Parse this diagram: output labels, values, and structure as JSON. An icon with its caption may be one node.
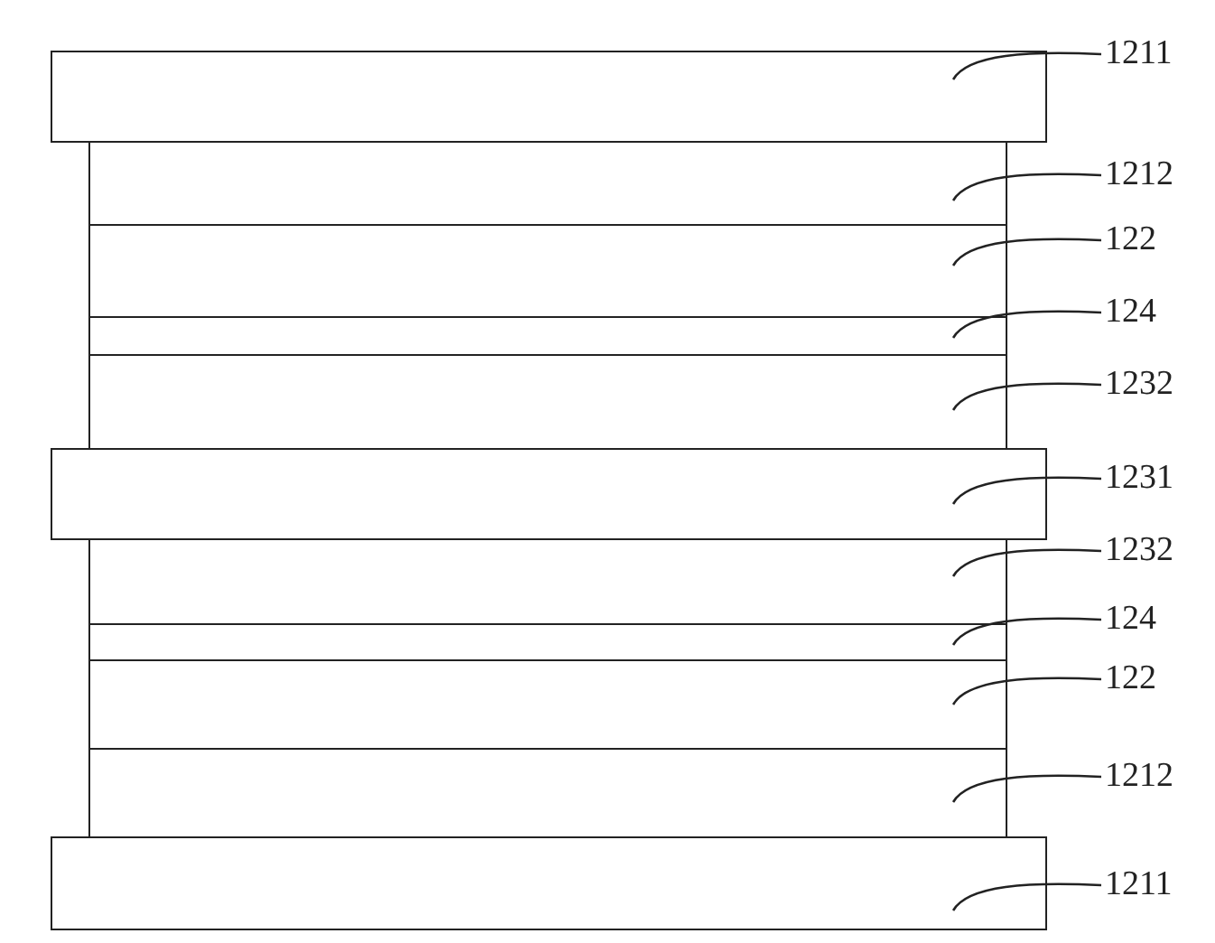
{
  "diagram": {
    "nodes": [
      {
        "text": [],
        "shape": "box"
      },
      {
        "text": [],
        "shape": "box"
      },
      {
        "text": [],
        "shape": "box"
      },
      {
        "text": [],
        "shape": "box"
      },
      {
        "text": [],
        "shape": "box"
      },
      {
        "text": [],
        "shape": "box"
      },
      {
        "text": [],
        "shape": "box"
      },
      {
        "text": [],
        "shape": "box"
      },
      {
        "text": [],
        "shape": "box"
      },
      {
        "text": [],
        "shape": "box"
      },
      {
        "text": [],
        "shape": "box"
      },
      {
        "text": [
          "1211"
        ]
      },
      {
        "text": [
          "1212"
        ]
      },
      {
        "text": [
          "122"
        ]
      },
      {
        "text": [
          "124"
        ]
      },
      {
        "text": [
          "1232"
        ]
      },
      {
        "text": [
          "1231"
        ]
      },
      {
        "text": [
          "1232"
        ]
      },
      {
        "text": [
          "124"
        ]
      },
      {
        "text": [
          "122"
        ]
      },
      {
        "text": [
          "1212"
        ]
      },
      {
        "text": [
          "1211"
        ]
      }
    ],
    "edges": [
      {
        "from": 11,
        "to": 0,
        "arrow": "none"
      },
      {
        "from": 12,
        "to": 1,
        "arrow": "none"
      },
      {
        "from": 13,
        "to": 2,
        "arrow": "none"
      },
      {
        "from": 14,
        "to": 3,
        "arrow": "none"
      },
      {
        "from": 15,
        "to": 4,
        "arrow": "none"
      },
      {
        "from": 16,
        "to": 5,
        "arrow": "none"
      },
      {
        "from": 17,
        "to": 6,
        "arrow": "none"
      },
      {
        "from": 18,
        "to": 7,
        "arrow": "none"
      },
      {
        "from": 19,
        "to": 8,
        "arrow": "none"
      },
      {
        "from": 20,
        "to": 9,
        "arrow": "none"
      },
      {
        "from": 21,
        "to": 10,
        "arrow": "none"
      }
    ]
  }
}
